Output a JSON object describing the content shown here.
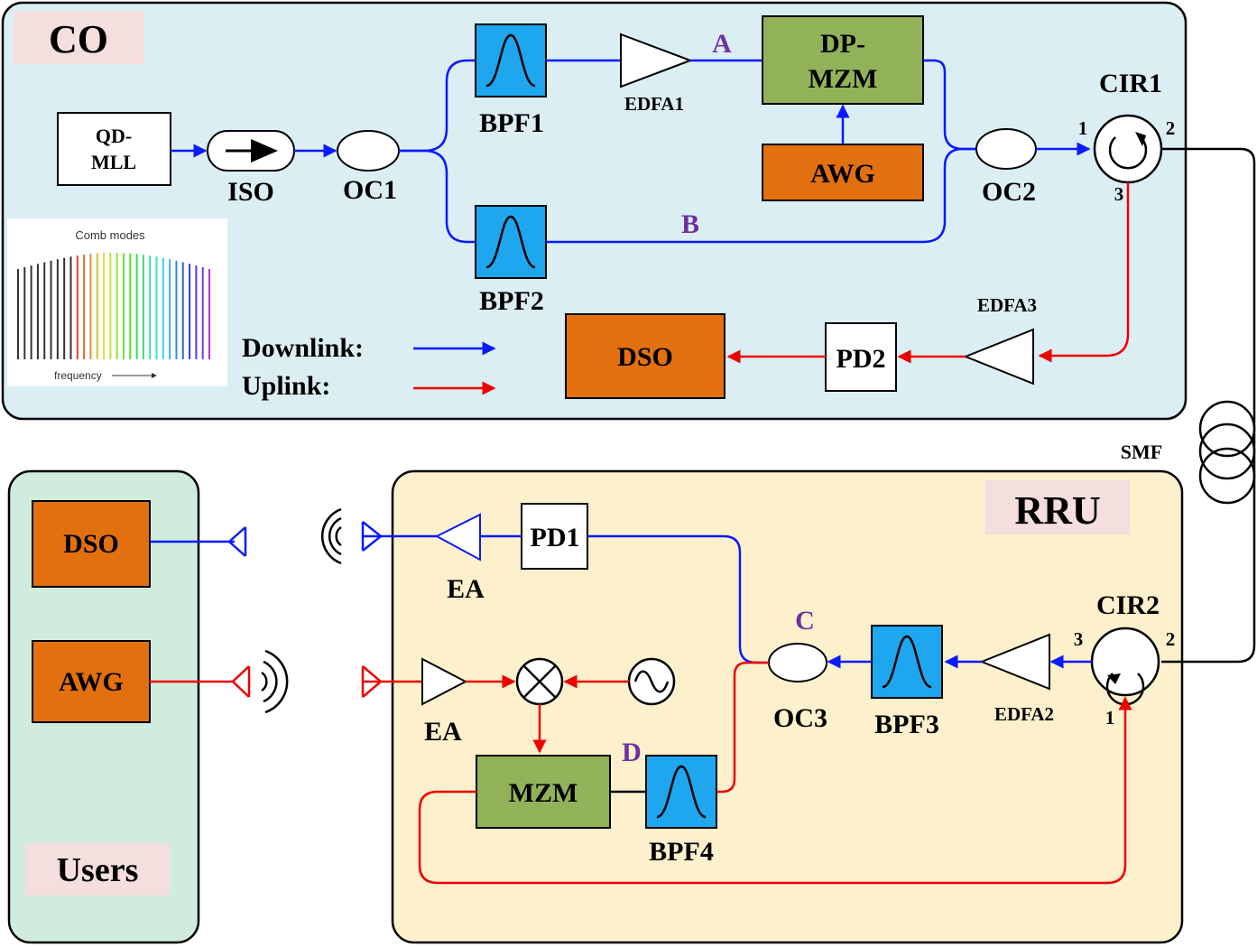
{
  "regions": {
    "co": "CO",
    "rru": "RRU",
    "users": "Users"
  },
  "labels": {
    "qdmll_line1": "QD-",
    "qdmll_line2": "MLL",
    "iso": "ISO",
    "oc1": "OC1",
    "bpf1": "BPF1",
    "bpf2": "BPF2",
    "edfa1": "EDFA1",
    "dpmzm_line1": "DP-",
    "dpmzm_line2": "MZM",
    "awg_co": "AWG",
    "oc2": "OC2",
    "cir1": "CIR1",
    "edfa3": "EDFA3",
    "pd2": "PD2",
    "dso_co": "DSO",
    "smf": "SMF",
    "pd1": "PD1",
    "ea_top": "EA",
    "ea_bottom": "EA",
    "oc3": "OC3",
    "bpf3": "BPF3",
    "edfa2": "EDFA2",
    "cir2": "CIR2",
    "mzm": "MZM",
    "bpf4": "BPF4",
    "dso_user": "DSO",
    "awg_user": "AWG"
  },
  "points": {
    "a": "A",
    "b": "B",
    "c": "C",
    "d": "D"
  },
  "ports": {
    "cir1_p1": "1",
    "cir1_p2": "2",
    "cir1_p3": "3",
    "cir2_p1": "1",
    "cir2_p2": "2",
    "cir2_p3": "3"
  },
  "legend": {
    "downlink": "Downlink:",
    "uplink": "Uplink:",
    "downlink_color": "#0a1aff",
    "uplink_color": "#ee0000"
  },
  "inset": {
    "title": "Comb modes",
    "xlabel": "frequency"
  },
  "colors": {
    "co_bg": "#dbeef4",
    "rru_bg": "#fdf0cc",
    "users_bg": "#d0ecdc",
    "label_tag_bg": "#f4dede",
    "filter_blue": "#1ea6ee",
    "green_box": "#92b25a",
    "orange_box": "#e2700f"
  }
}
